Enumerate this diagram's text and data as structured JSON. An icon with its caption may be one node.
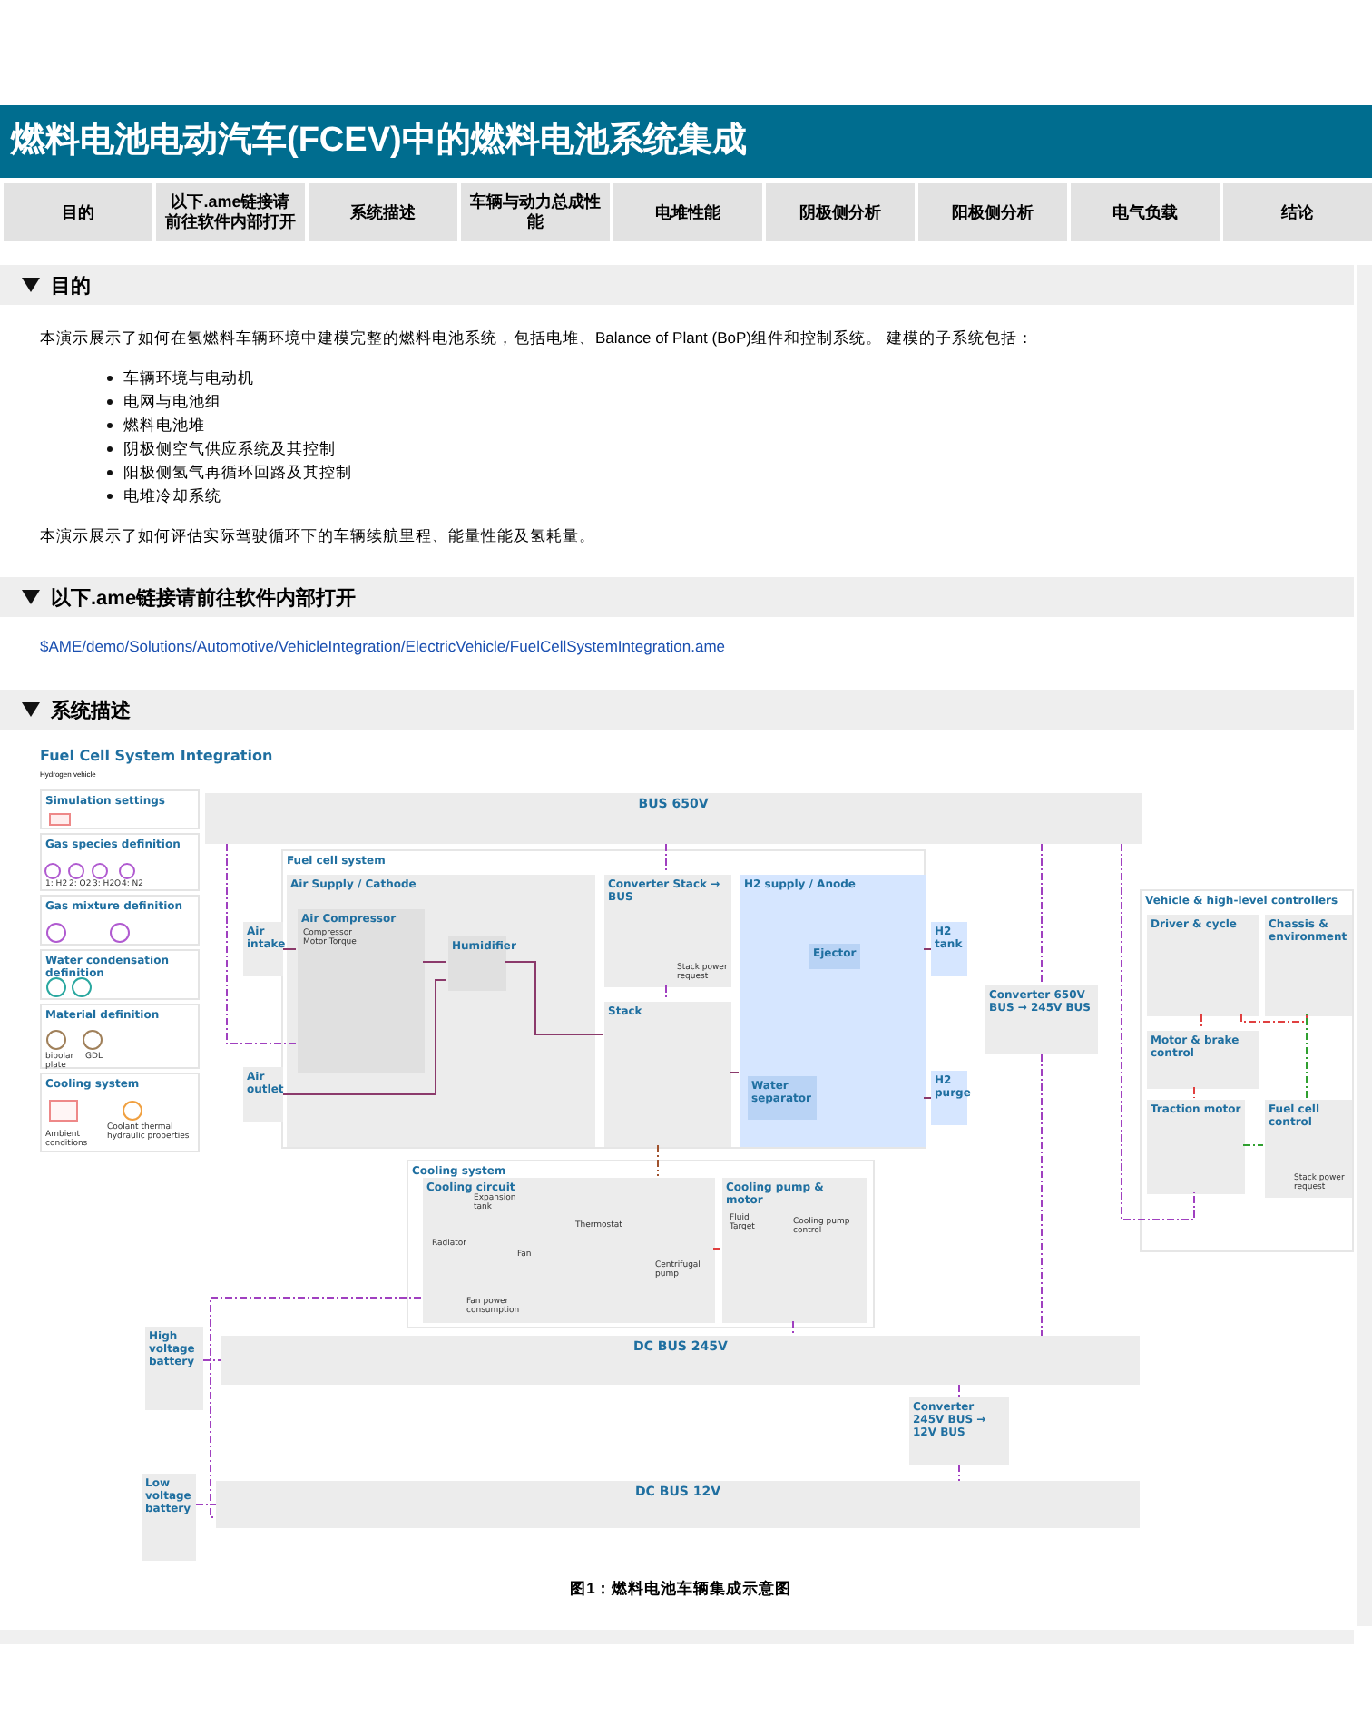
{
  "diagram": {
    "title": "燃料电池电动汽车(FCEV)中的燃料电池系统集成",
    "caption": "图1：燃料电池车辆集成示意图",
    "nodes": [
      {
        "text": [
          "Simulation settings"
        ]
      },
      {
        "text": [
          "Gas species definition"
        ]
      },
      {
        "text": [
          "Gas mixture definition"
        ]
      },
      {
        "text": [
          "Water condensation definition"
        ]
      },
      {
        "text": [
          "Material definition"
        ]
      },
      {
        "text": [
          "Cooling system"
        ]
      },
      {
        "text": [
          "BUS 650V"
        ]
      },
      {
        "text": [
          "Fuel cell system"
        ]
      },
      {
        "text": [
          "Air Supply / Cathode"
        ],
        "in": 7
      },
      {
        "text": [
          "Air Compressor"
        ],
        "in": 8
      },
      {
        "text": [
          "Air intake"
        ]
      },
      {
        "text": [
          "Air outlet"
        ]
      },
      {
        "text": [
          "Humidifier"
        ],
        "in": 8
      },
      {
        "text": [
          "Converter Stack → BUS"
        ],
        "in": 7
      },
      {
        "text": [
          "Stack"
        ],
        "in": 7
      },
      {
        "text": [
          "H2 supply / Anode"
        ],
        "in": 7
      },
      {
        "text": [
          "Ejector"
        ],
        "in": 15
      },
      {
        "text": [
          "Water separator"
        ],
        "in": 15
      },
      {
        "text": [
          "H2 tank"
        ]
      },
      {
        "text": [
          "H2 purge"
        ]
      },
      {
        "text": [
          "Converter 650V BUS → 245V BUS"
        ]
      },
      {
        "text": [
          "Vehicle & high-level controllers"
        ]
      },
      {
        "text": [
          "Driver & cycle"
        ],
        "in": 21
      },
      {
        "text": [
          "Chassis & environment"
        ],
        "in": 21
      },
      {
        "text": [
          "Motor & brake control"
        ],
        "in": 21
      },
      {
        "text": [
          "Traction motor"
        ],
        "in": 21
      },
      {
        "text": [
          "Fuel cell control"
        ],
        "in": 21
      },
      {
        "text": [
          "Cooling system"
        ]
      },
      {
        "text": [
          "Cooling circuit"
        ],
        "in": 27
      },
      {
        "text": [
          "Cooling pump & motor"
        ],
        "in": 27
      },
      {
        "text": [
          "High voltage battery"
        ]
      },
      {
        "text": [
          "DC BUS 245V"
        ]
      },
      {
        "text": [
          "Converter 245V BUS → 12V BUS"
        ]
      },
      {
        "text": [
          "Low voltage battery"
        ]
      },
      {
        "text": [
          "DC BUS 12V"
        ]
      }
    ],
    "edges": [
      {
        "from": 6,
        "to": 13,
        "arrow": "none",
        "style": "dashed"
      },
      {
        "from": 6,
        "to": 9,
        "arrow": "none",
        "style": "dashed"
      },
      {
        "from": 6,
        "to": 20,
        "arrow": "none",
        "style": "dashed"
      },
      {
        "from": 6,
        "to": 25,
        "arrow": "none",
        "style": "dashed"
      },
      {
        "from": 20,
        "to": 31,
        "arrow": "none",
        "style": "dashed"
      },
      {
        "from": 10,
        "to": 9,
        "arrow": "none",
        "color": "#8b3a6b"
      },
      {
        "from": 9,
        "to": 12,
        "arrow": "none",
        "color": "#8b3a6b"
      },
      {
        "from": 12,
        "to": 14,
        "arrow": "none",
        "color": "#8b3a6b"
      },
      {
        "from": 11,
        "to": 12,
        "arrow": "none",
        "color": "#8b3a6b"
      },
      {
        "from": 13,
        "to": 14,
        "arrow": "none",
        "style": "dashed"
      },
      {
        "from": 14,
        "to": 15,
        "arrow": "none",
        "color": "#8b3a6b"
      },
      {
        "from": 18,
        "to": 15,
        "arrow": "none",
        "color": "#8b3a6b"
      },
      {
        "from": 15,
        "to": 19,
        "arrow": "none",
        "color": "#8b3a6b"
      },
      {
        "from": 14,
        "to": 28,
        "arrow": "none",
        "style": "dashed",
        "color": "#a0522d"
      },
      {
        "from": 28,
        "to": 29,
        "arrow": "none",
        "style": "dashed",
        "color": "#e04040"
      },
      {
        "from": 28,
        "to": 34,
        "arrow": "none",
        "style": "dashed"
      },
      {
        "from": 29,
        "to": 31,
        "arrow": "none",
        "style": "dashed"
      },
      {
        "from": 30,
        "to": 31,
        "arrow": "none",
        "style": "dashed"
      },
      {
        "from": 31,
        "to": 32,
        "arrow": "none",
        "style": "dashed"
      },
      {
        "from": 32,
        "to": 34,
        "arrow": "none",
        "style": "dashed"
      },
      {
        "from": 33,
        "to": 34,
        "arrow": "none",
        "style": "dashed"
      },
      {
        "from": 22,
        "to": 23,
        "arrow": "none",
        "style": "dashed",
        "color": "#e04040"
      },
      {
        "from": 22,
        "to": 24,
        "arrow": "none",
        "style": "dashed",
        "color": "#e04040"
      },
      {
        "from": 24,
        "to": 25,
        "arrow": "none",
        "style": "dashed",
        "color": "#e04040"
      },
      {
        "from": 25,
        "to": 26,
        "arrow": "none",
        "style": "dashed",
        "color": "#30a030"
      },
      {
        "from": 26,
        "to": 23,
        "arrow": "none",
        "style": "dashed",
        "color": "#30a030"
      }
    ],
    "labels": [
      "目的",
      "以下.ame链接请前往软件内部打开",
      "系统描述",
      "车辆与动力总成性能",
      "电堆性能",
      "阴极侧分析",
      "阳极侧分析",
      "电气负载",
      "结论",
      "目的",
      "本演示展示了如何在氢燃料车辆环境中建模完整的燃料电池系统，包括电堆、Balance of Plant (BoP)组件和控制系统。 建模的子系统包括：",
      "车辆环境与电动机",
      "电网与电池组",
      "燃料电池堆",
      "阴极侧空气供应系统及其控制",
      "阳极侧氢气再循环回路及其控制",
      "电堆冷却系统",
      "本演示展示了如何评估实际驾驶循环下的车辆续航里程、能量性能及氢耗量。",
      "以下.ame链接请前往软件内部打开",
      "$AME/demo/Solutions/Automotive/VehicleIntegration/ElectricVehicle/FuelCellSystemIntegration.ame",
      "系统描述",
      "Fuel Cell System Integration",
      "Hydrogen vehicle",
      "1: H2",
      "2: O2",
      "3: H2O",
      "4: N2",
      "bipolar plate",
      "GDL",
      "Ambient conditions",
      "Coolant thermal hydraulic properties",
      "Compressor Motor Torque",
      "Stack power request",
      "Expansion tank",
      "Radiator",
      "Thermostat",
      "Fan",
      "Centrifugal pump",
      "Fan power consumption",
      "Fluid Target",
      "Cooling pump control",
      "Stack power request"
    ]
  }
}
